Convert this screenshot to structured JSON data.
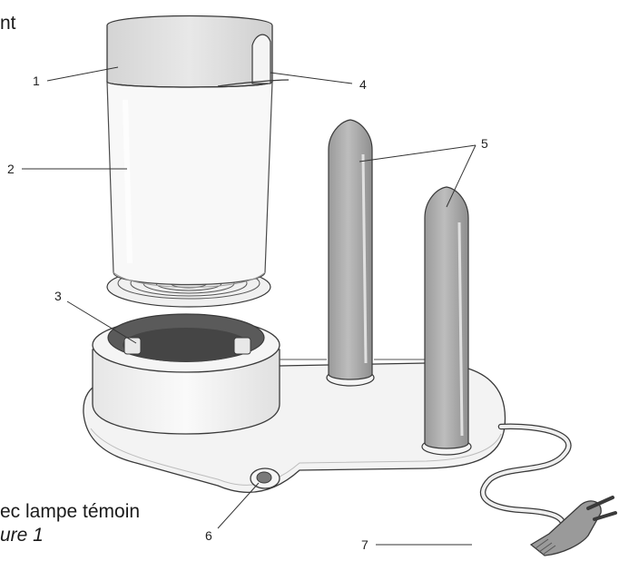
{
  "fragments": {
    "top_left": "nt",
    "caption_line1": "ec lampe témoin",
    "caption_line2": "ure 1"
  },
  "callouts": [
    {
      "id": "1",
      "label": "1"
    },
    {
      "id": "2",
      "label": "2"
    },
    {
      "id": "3",
      "label": "3"
    },
    {
      "id": "4",
      "label": "4"
    },
    {
      "id": "5",
      "label": "5"
    },
    {
      "id": "6",
      "label": "6"
    },
    {
      "id": "7",
      "label": "7"
    }
  ],
  "colors": {
    "body_light": "#f2f2f2",
    "body_grey": "#d9d9d9",
    "rod_grey": "#a8a8a8",
    "outline": "#3a3a3a",
    "dark_ring": "#595959"
  }
}
